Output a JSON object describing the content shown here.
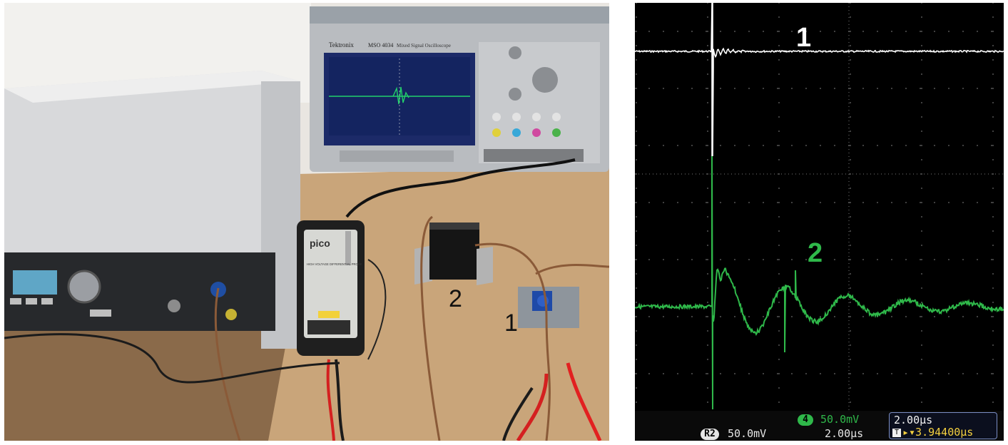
{
  "photo": {
    "labels": [
      {
        "id": "device-2",
        "text": "2"
      },
      {
        "id": "device-1",
        "text": "1"
      }
    ],
    "probe_brand": "pico",
    "probe_caption": "HIGH VOLTAGE DIFFERENTIAL PROBE",
    "scope_brand": "Tektronix",
    "scope_model": "MSO 4034",
    "scope_caption": "Mixed Signal Oscilloscope"
  },
  "scope": {
    "trace_labels": [
      {
        "text": "1",
        "color": "#ffffff"
      },
      {
        "text": "2",
        "color": "#2fb84a"
      }
    ],
    "status": {
      "channel_badge": "4",
      "channel_scale": "50.0mV",
      "ref_badge": "R2",
      "ref_scale": "50.0mV",
      "ref_time": "2.00µs",
      "timebase": "2.00µs",
      "trigger_symbol": "T",
      "trigger_position": "▸▾3.94400µs"
    },
    "colors": {
      "background": "#000000",
      "trace_1": "#ffffff",
      "trace_2": "#2fb84a",
      "channel_badge": "#2fb84a",
      "trigger_text": "#f4d03f"
    }
  }
}
